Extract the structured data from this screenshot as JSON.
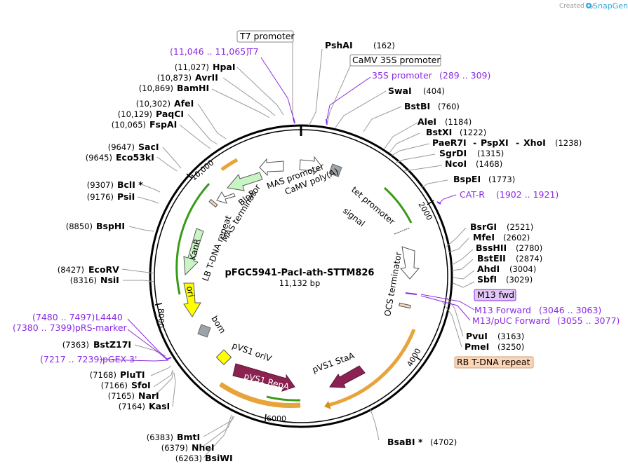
{
  "header": {
    "credit": "Created by",
    "brand": "SnapGene"
  },
  "plasmid": {
    "name": "pFGC5941-PacI-ath-STTM826",
    "size": "11,132 bp",
    "length": 11132
  },
  "ticks": [
    "2000",
    "4000",
    "6000",
    "8000",
    "10,000"
  ],
  "sites": [
    {
      "name": "PshAI",
      "pos": "(162)"
    },
    {
      "name": "SwaI",
      "pos": "(404)"
    },
    {
      "name": "BstBI",
      "pos": "(760)"
    },
    {
      "name": "AleI",
      "pos": "(1184)"
    },
    {
      "name": "BstXI",
      "pos": "(1222)"
    },
    {
      "name": "PaeR7I",
      "extra1": "PspXI",
      "extra2": "XhoI",
      "pos": "(1238)"
    },
    {
      "name": "SgrDI",
      "pos": "(1315)"
    },
    {
      "name": "NcoI",
      "pos": "(1468)"
    },
    {
      "name": "BspEI",
      "pos": "(1773)"
    },
    {
      "name": "BsrGI",
      "pos": "(2521)"
    },
    {
      "name": "MfeI",
      "pos": "(2602)"
    },
    {
      "name": "BssHII",
      "pos": "(2780)"
    },
    {
      "name": "BstEII",
      "pos": "(2874)"
    },
    {
      "name": "AhdI",
      "pos": "(3004)"
    },
    {
      "name": "SbfI",
      "pos": "(3029)"
    },
    {
      "name": "PvuI",
      "pos": "(3163)"
    },
    {
      "name": "PmeI",
      "pos": "(3250)"
    },
    {
      "name": "BsaBI *",
      "pos": "(4702)"
    },
    {
      "name": "BsiWI",
      "pos": "(6263)"
    },
    {
      "name": "NheI",
      "pos": "(6379)"
    },
    {
      "name": "BmtI",
      "pos": "(6383)"
    },
    {
      "name": "KasI",
      "pos": "(7164)"
    },
    {
      "name": "NarI",
      "pos": "(7165)"
    },
    {
      "name": "SfoI",
      "pos": "(7166)"
    },
    {
      "name": "PluTI",
      "pos": "(7168)"
    },
    {
      "name": "BstZ17I",
      "pos": "(7363)"
    },
    {
      "name": "NsiI",
      "pos": "(8316)"
    },
    {
      "name": "EcoRV",
      "pos": "(8427)"
    },
    {
      "name": "BspHI",
      "pos": "(8850)"
    },
    {
      "name": "PsiI",
      "pos": "(9176)"
    },
    {
      "name": "BclI *",
      "pos": "(9307)"
    },
    {
      "name": "Eco53kI",
      "pos": "(9645)"
    },
    {
      "name": "SacI",
      "pos": "(9647)"
    },
    {
      "name": "FspAI",
      "pos": "(10,065)"
    },
    {
      "name": "PaqCI",
      "pos": "(10,129)"
    },
    {
      "name": "AfeI",
      "pos": "(10,302)"
    },
    {
      "name": "BamHI",
      "pos": "(10,869)"
    },
    {
      "name": "AvrII",
      "pos": "(10,873)"
    },
    {
      "name": "HpaI",
      "pos": "(11,027)"
    }
  ],
  "primers": [
    {
      "name": "T7",
      "range": "(11,046 .. 11,065)"
    },
    {
      "name": "35S promoter",
      "range": "(289 .. 309)"
    },
    {
      "name": "CAT-R",
      "range": "(1902 .. 1921)"
    },
    {
      "name": "M13 Forward",
      "range": "(3046 .. 3063)"
    },
    {
      "name": "M13/pUC Forward",
      "range": "(3055 .. 3077)"
    },
    {
      "name": "L4440",
      "range": "(7480 .. 7497)"
    },
    {
      "name": "pRS-marker",
      "range": "(7380 .. 7399)"
    },
    {
      "name": "pGEX 3'",
      "range": "(7217 .. 7239)"
    }
  ],
  "boxed_labels": {
    "t7_promoter": "T7 promoter",
    "camv_35s_promoter": "CaMV 35S promoter",
    "m13_fwd": "M13 fwd",
    "rb_tdna_repeat": "RB T-DNA repeat"
  },
  "features": {
    "mas_promoter": "MAS promoter",
    "camv_polya": "CaMV poly(A) signal",
    "tet_promoter": "tet promoter",
    "ocs_terminator": "OCS terminator",
    "pvs1_staa": "pVS1 StaA",
    "pvs1_repa": "pVS1 RepA",
    "pvs1_oriv": "pVS1 oriV",
    "bom": "bom",
    "ori": "ori",
    "kanr": "KanR",
    "lb_tdna_repeat": "LB T-DNA repeat",
    "mas_terminator": "MAS terminator",
    "blpr": "BlpR"
  },
  "colors": {
    "primer": "#8a2be2",
    "orf_light": "#c9f5c4",
    "repa": "#8b2252",
    "ori": "#ffff00",
    "rb_box": "#fbd5b5",
    "m13_box": "#e3c7f7",
    "misc_gray": "#9ea3a8"
  }
}
